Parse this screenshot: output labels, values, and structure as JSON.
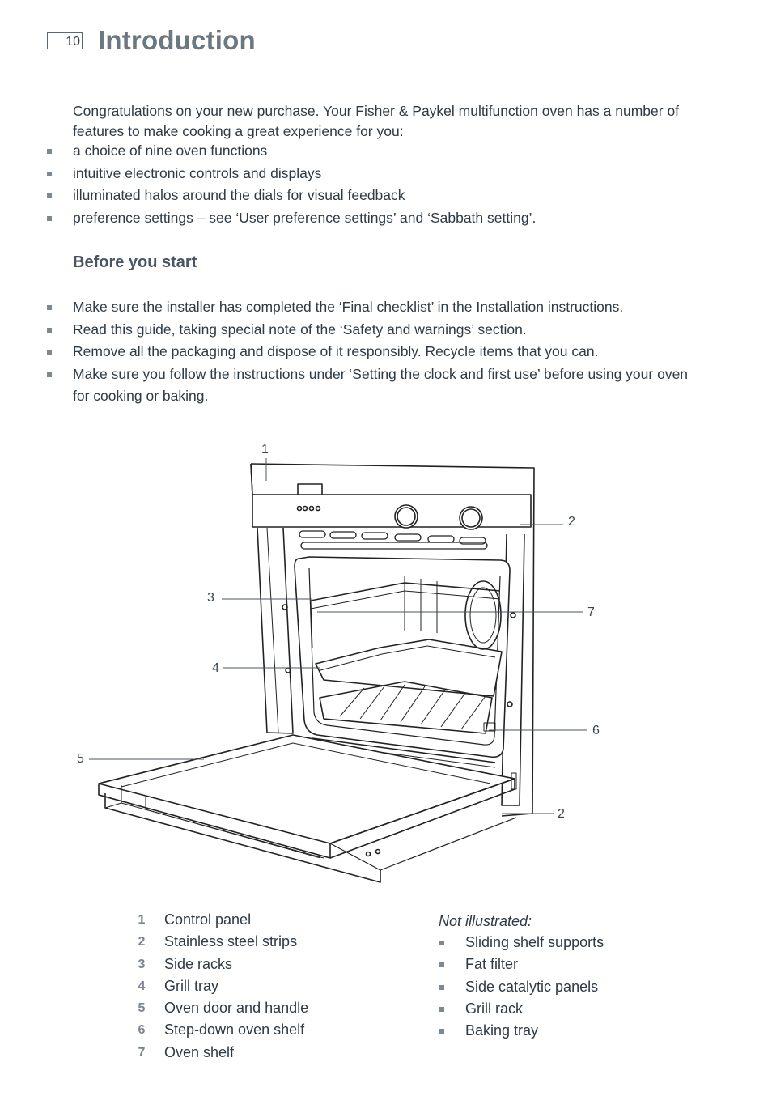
{
  "page_number": "10",
  "title": "Introduction",
  "intro_text": "Congratulations on your new purchase. Your Fisher & Paykel multifunction oven has a number of features to make cooking a great experience for you:",
  "features": [
    "a choice of nine oven functions",
    "intuitive electronic controls and displays",
    "illuminated halos around the dials for visual feedback",
    "preference settings – see ‘User preference settings’ and ‘Sabbath setting’."
  ],
  "before_you_start": {
    "heading": "Before you start",
    "items": [
      "Make sure the installer has completed the ‘Final checklist’ in the Installation instructions.",
      "Read this guide, taking special note of the ‘Safety and warnings’ section.",
      "Remove all the packaging and dispose of it responsibly. Recycle items that you can.",
      "Make sure you follow the instructions under ‘Setting the clock and first use’ before using your oven for cooking or baking."
    ]
  },
  "diagram_callouts": [
    "1",
    "2",
    "3",
    "7",
    "4",
    "6",
    "5",
    "2"
  ],
  "legend": [
    {
      "num": "1",
      "label": "Control panel"
    },
    {
      "num": "2",
      "label": "Stainless steel strips"
    },
    {
      "num": "3",
      "label": "Side racks"
    },
    {
      "num": "4",
      "label": "Grill tray"
    },
    {
      "num": "5",
      "label": "Oven door and handle"
    },
    {
      "num": "6",
      "label": "Step-down oven shelf"
    },
    {
      "num": "7",
      "label": "Oven shelf"
    }
  ],
  "not_illustrated": {
    "heading": "Not illustrated:",
    "items": [
      "Sliding shelf supports",
      "Fat filter",
      "Side catalytic panels",
      "Grill rack",
      "Baking tray"
    ]
  }
}
